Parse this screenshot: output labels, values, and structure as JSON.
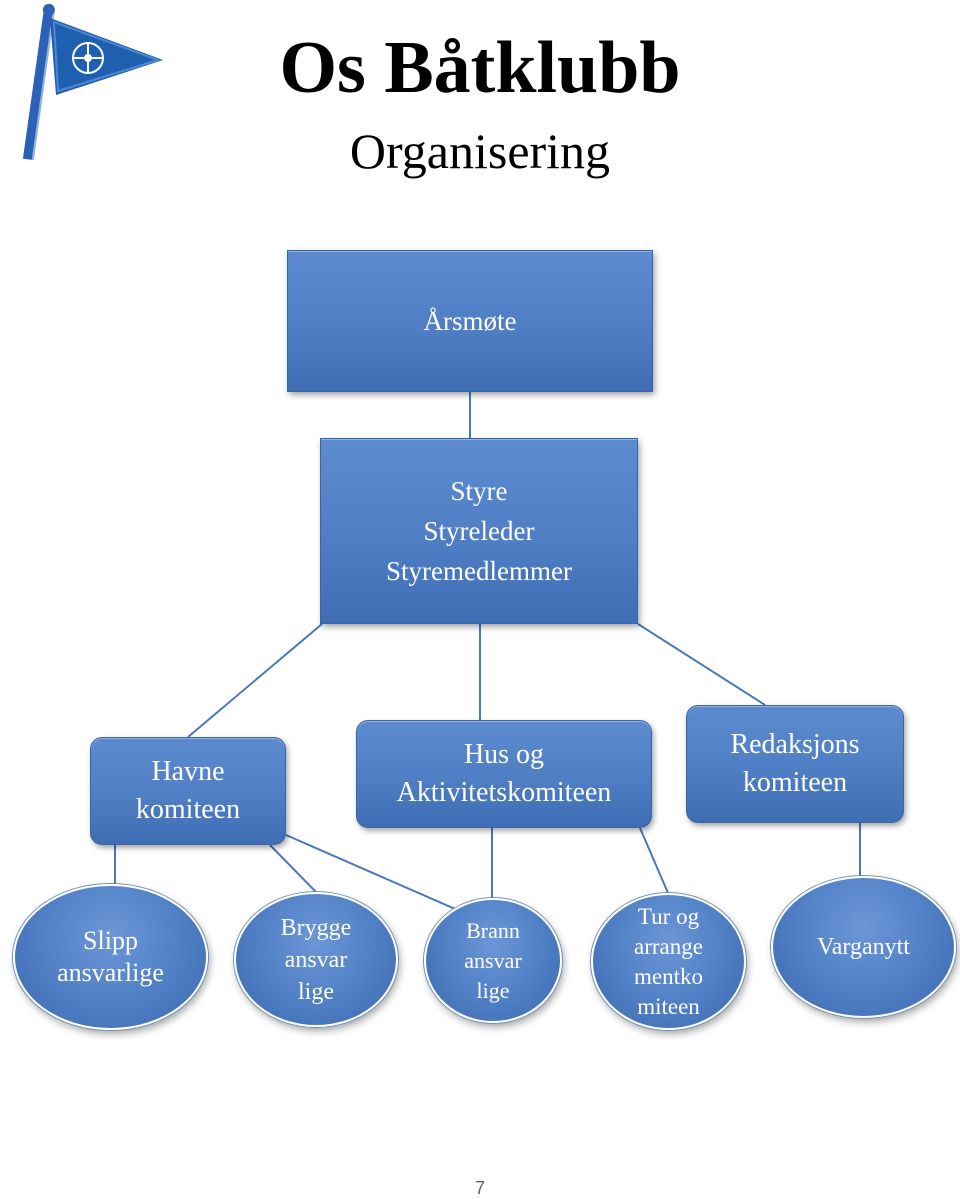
{
  "header": {
    "title": "Os Båtklubb",
    "subtitle": "Organisering"
  },
  "nodes": {
    "aarsmote": [
      "Årsmøte"
    ],
    "styre": [
      "Styre",
      "Styreleder",
      "Styremedlemmer"
    ],
    "havne": [
      "Havne",
      "komiteen"
    ],
    "hus": [
      "Hus og",
      "Aktivitetskomiteen"
    ],
    "redaksjon": [
      "Redaksjons",
      "komiteen"
    ],
    "slipp": [
      "Slipp",
      "ansvarlige"
    ],
    "brygge": [
      "Brygge",
      "ansvar",
      "lige"
    ],
    "brann": [
      "Brann",
      "ansvar",
      "lige"
    ],
    "tur": [
      "Tur og",
      "arrange",
      "mentko",
      "miteen"
    ],
    "varganytt": [
      "Varganytt"
    ]
  },
  "colors": {
    "box_fill": "#4f7ec4",
    "line": "#4a78bc",
    "logo_flag": "#1f5fb0",
    "logo_pole": "#2b62b5"
  },
  "logo_icon": "pennant-flag-icon",
  "page_number": "7"
}
